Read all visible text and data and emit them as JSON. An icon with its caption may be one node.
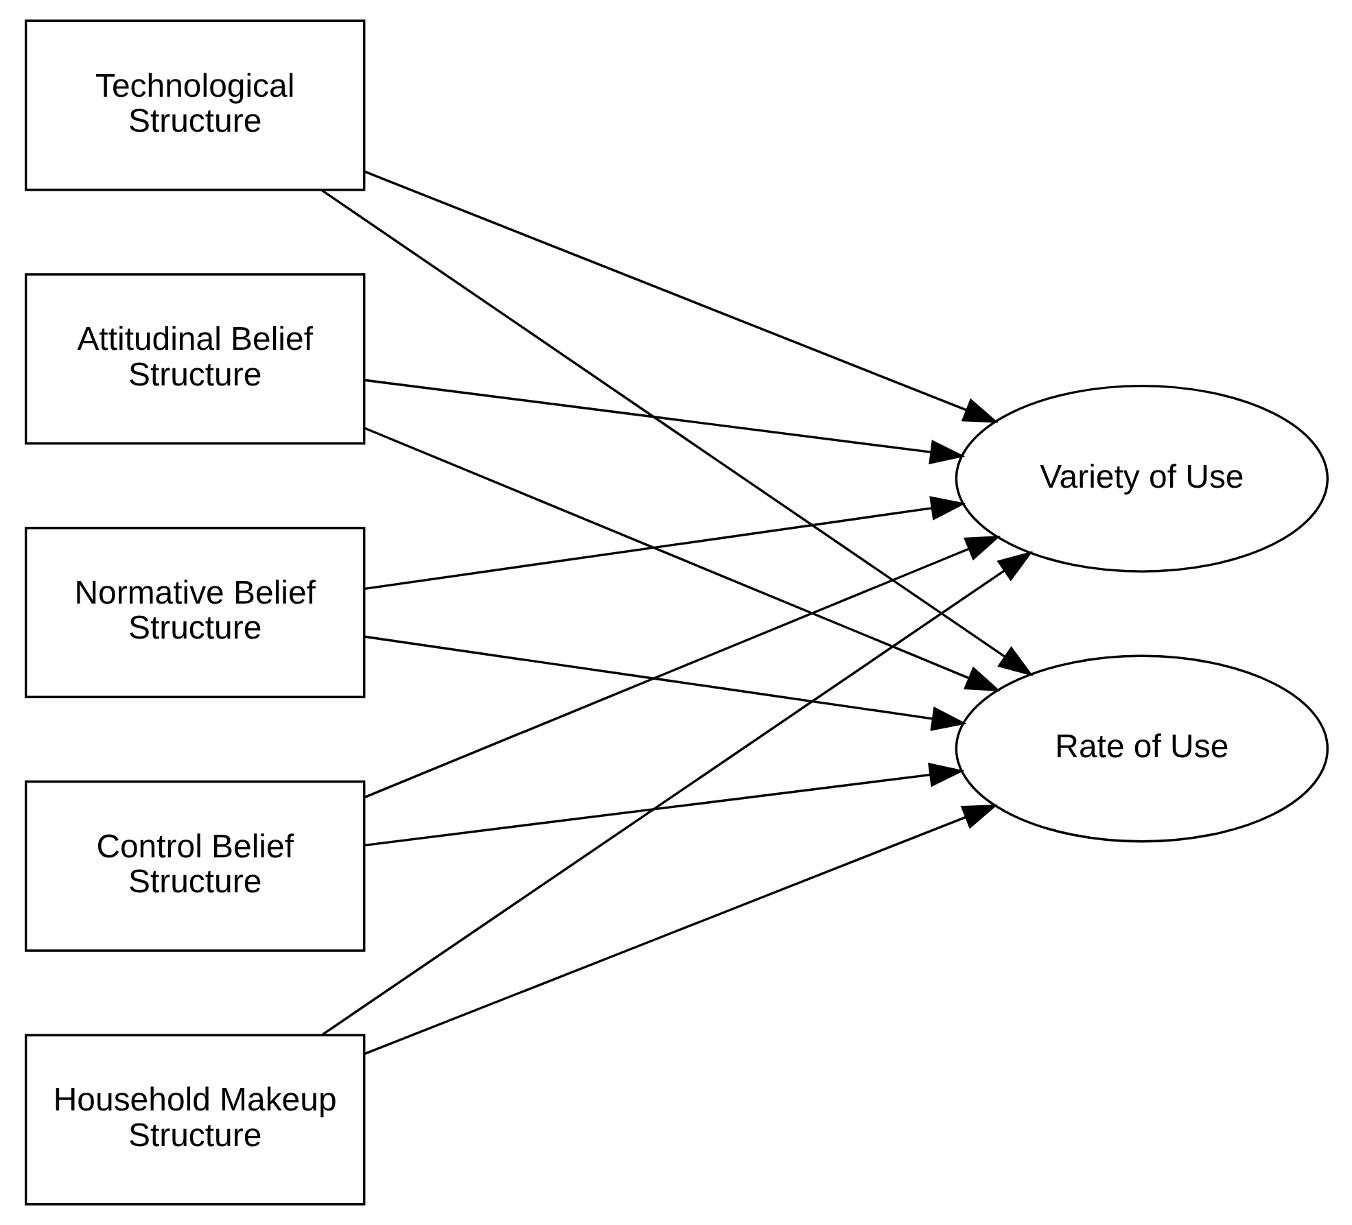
{
  "diagram": {
    "nodes": [
      {
        "text": [
          "Attitudinal Belief Structure"
        ]
      },
      {
        "text": [
          "Normative Belief Structure"
        ]
      },
      {
        "text": [
          "Control Belief Structure"
        ]
      },
      {
        "text": [
          "Household Makeup Structure"
        ]
      },
      {
        "text": [
          "Technological Structure"
        ]
      },
      {
        "text": [
          "Variety of Use"
        ]
      },
      {
        "text": [
          "Rate of Use"
        ]
      }
    ],
    "edges": [
      {
        "from": 0,
        "to": 5,
        "arrow": "to"
      },
      {
        "from": 0,
        "to": 6,
        "arrow": "to"
      },
      {
        "from": 1,
        "to": 5,
        "arrow": "to"
      },
      {
        "from": 1,
        "to": 6,
        "arrow": "to"
      },
      {
        "from": 2,
        "to": 5,
        "arrow": "to"
      },
      {
        "from": 2,
        "to": 6,
        "arrow": "to"
      },
      {
        "from": 3,
        "to": 5,
        "arrow": "to"
      },
      {
        "from": 3,
        "to": 6,
        "arrow": "to"
      },
      {
        "from": 4,
        "to": 5,
        "arrow": "to"
      },
      {
        "from": 4,
        "to": 6,
        "arrow": "to"
      }
    ]
  }
}
